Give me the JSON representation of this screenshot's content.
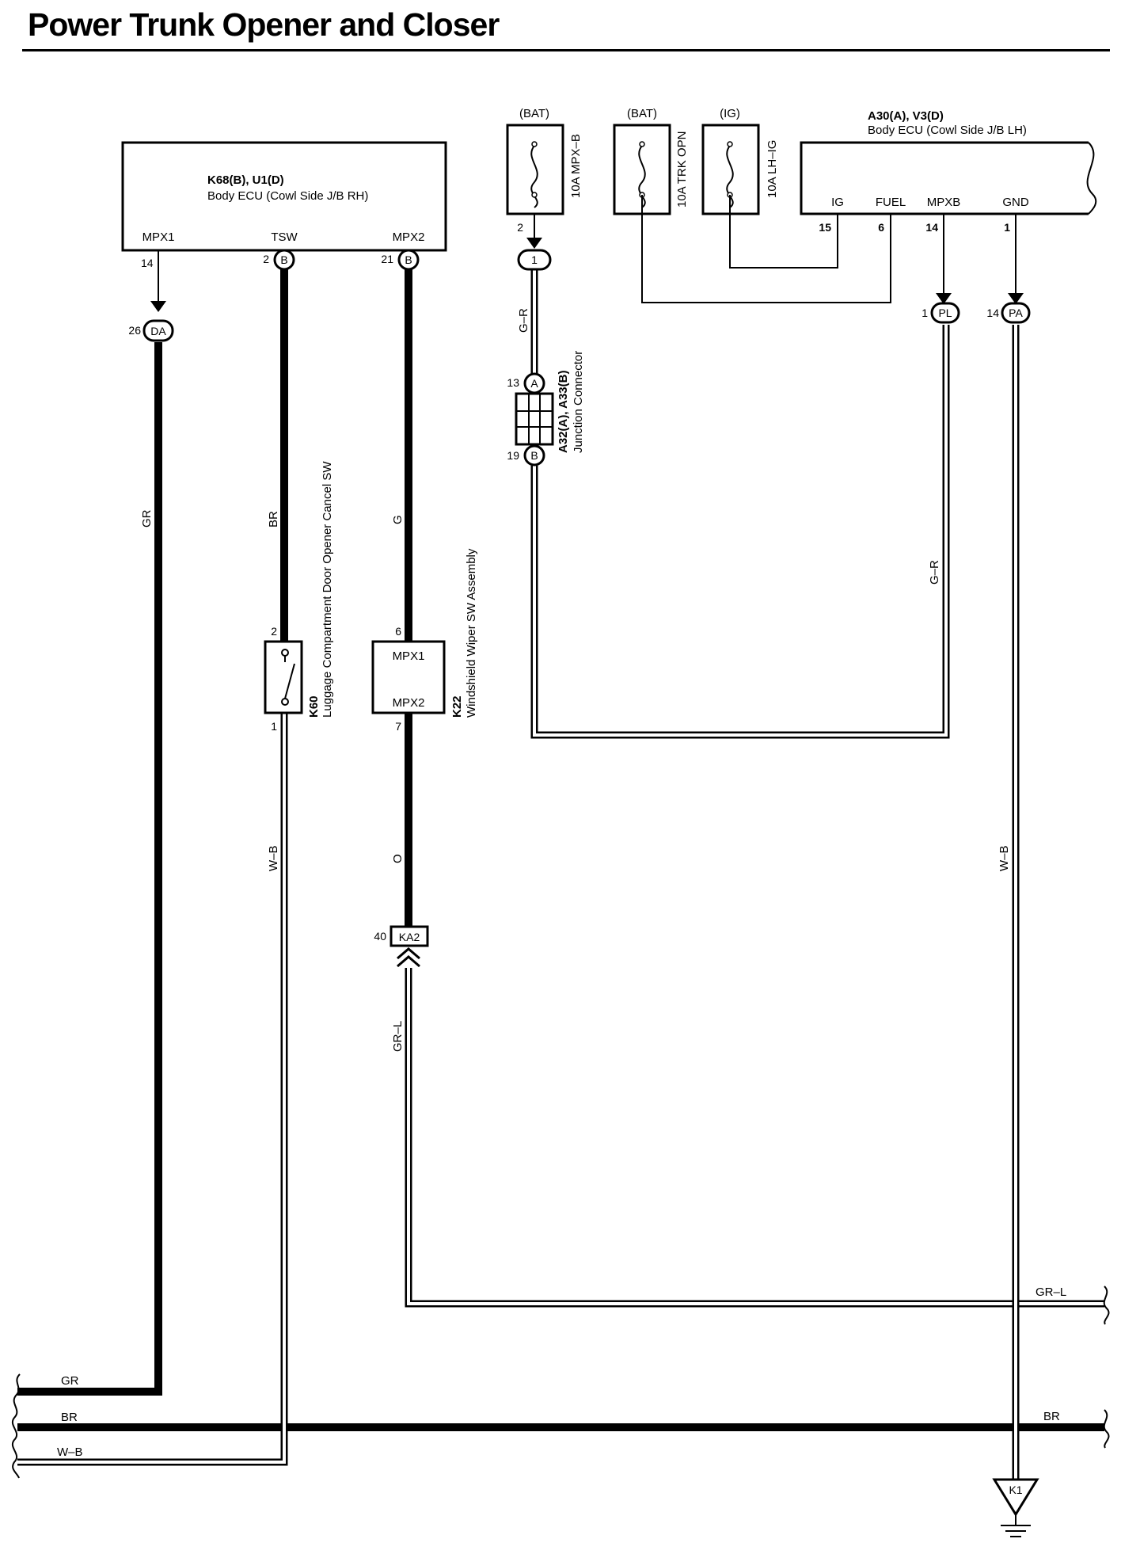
{
  "title": "Power Trunk Opener and Closer",
  "body_ecu_rh": {
    "code": "K68(B), U1(D)",
    "name": "Body ECU (Cowl Side J/B RH)",
    "terminals": [
      {
        "label": "MPX1",
        "pin": "14"
      },
      {
        "label": "TSW",
        "pin": "2",
        "connector": "B"
      },
      {
        "label": "MPX2",
        "pin": "21",
        "connector": "B"
      }
    ]
  },
  "body_ecu_lh": {
    "code": "A30(A), V3(D)",
    "name": "Body ECU (Cowl Side J/B LH)",
    "terminals": [
      {
        "label": "IG",
        "pin": "15"
      },
      {
        "label": "FUEL",
        "pin": "6"
      },
      {
        "label": "MPXB",
        "pin": "14"
      },
      {
        "label": "GND",
        "pin": "1"
      }
    ]
  },
  "fuses": [
    {
      "source": "(BAT)",
      "name": "10A MPX–B",
      "pin": "2"
    },
    {
      "source": "(BAT)",
      "name": "10A TRK OPN"
    },
    {
      "source": "(IG)",
      "name": "10A LH–IG"
    }
  ],
  "connectors": {
    "da": {
      "pin": "26",
      "name": "DA"
    },
    "c1": {
      "name": "1"
    },
    "pl": {
      "pin": "1",
      "name": "PL"
    },
    "pa": {
      "pin": "14",
      "name": "PA"
    },
    "ka2": {
      "pin": "40",
      "name": "KA2"
    }
  },
  "junction": {
    "code": "A32(A), A33(B)",
    "name": "Junction Connector",
    "pin_top": "13",
    "conn_top": "A",
    "pin_bottom": "19",
    "conn_bottom": "B"
  },
  "k60": {
    "code": "K60",
    "name": "Luggage Compartment Door Opener Cancel SW",
    "pin_top": "2",
    "pin_bottom": "1"
  },
  "k22": {
    "code": "K22",
    "name": "Windshield Wiper SW Assembly",
    "pin_top": "6",
    "pin_bottom": "7",
    "term1": "MPX1",
    "term2": "MPX2"
  },
  "wire_colors": {
    "gr": "GR",
    "br": "BR",
    "g": "G",
    "o": "O",
    "wb": "W–B",
    "grl": "GR–L",
    "gr_r": "G–R"
  },
  "ground": {
    "name": "K1"
  }
}
